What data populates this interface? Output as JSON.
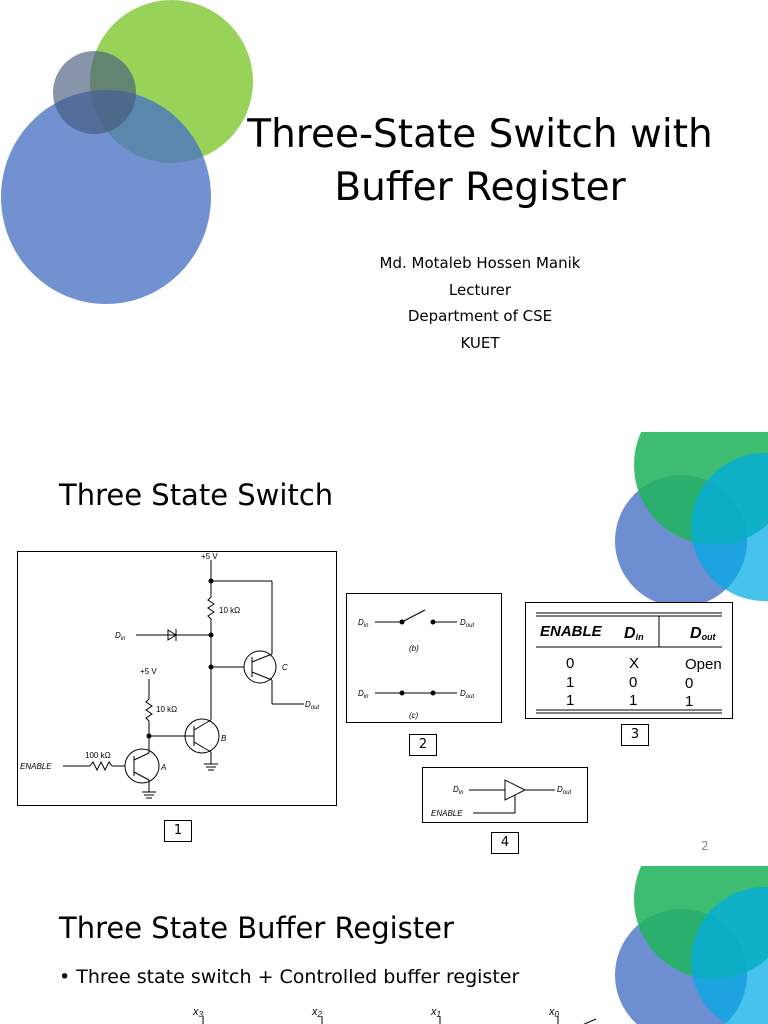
{
  "slide1": {
    "title_line1": "Three-State Switch with",
    "title_line2": "Buffer Register",
    "author": "Md. Motaleb Hossen Manik",
    "position": "Lecturer",
    "department": "Department of CSE",
    "institution": "KUET"
  },
  "slide2": {
    "title": "Three State Switch",
    "page_number": "2",
    "figure_labels": [
      "1",
      "2",
      "3",
      "4"
    ],
    "circuit": {
      "supply_top": "+5 V",
      "supply_left": "+5 V",
      "r1": "10 kΩ",
      "r2": "10 kΩ",
      "r3": "100 kΩ",
      "din": "D",
      "din_sub": "in",
      "dout": "D",
      "dout_sub": "out",
      "enable": "ENABLE",
      "transistor_a": "A",
      "transistor_b": "B",
      "transistor_c": "C"
    },
    "switch_fig": {
      "din": "D",
      "din_sub": "in",
      "dout": "D",
      "dout_sub": "out",
      "caption_b": "(b)",
      "caption_c": "(c)"
    },
    "truth_table": {
      "headers": [
        {
          "main": "ENABLE",
          "sub": ""
        },
        {
          "main": "D",
          "sub": "in"
        },
        {
          "main": "D",
          "sub": "out"
        }
      ],
      "rows": [
        [
          "0",
          "X",
          "Open"
        ],
        [
          "1",
          "0",
          "0"
        ],
        [
          "1",
          "1",
          "1"
        ]
      ]
    },
    "buffer_symbol": {
      "din": "D",
      "din_sub": "in",
      "dout": "D",
      "dout_sub": "out",
      "enable": "ENABLE"
    }
  },
  "slide3": {
    "title": "Three State Buffer Register",
    "bullet": "• Three state switch + Controlled buffer register",
    "inputs": [
      {
        "base": "x",
        "sub": "3"
      },
      {
        "base": "x",
        "sub": "2"
      },
      {
        "base": "x",
        "sub": "1"
      },
      {
        "base": "x",
        "sub": "0"
      }
    ]
  },
  "colors": {
    "green_light": "#92d050",
    "blue_mid": "#5b84c9",
    "slate": "#4b5f82",
    "green_dark": "#2db86a",
    "cyan": "#13b5e8"
  }
}
